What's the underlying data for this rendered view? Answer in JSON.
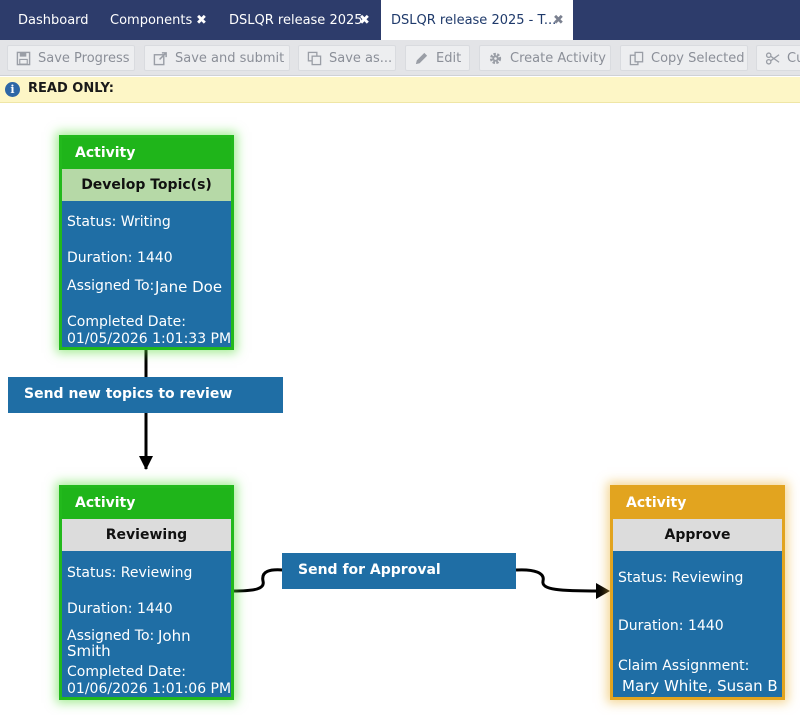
{
  "tabs": [
    {
      "label": "Dashboard",
      "closable": false,
      "active": false
    },
    {
      "label": "Components",
      "closable": true,
      "active": false
    },
    {
      "label": "DSLQR release 2025",
      "closable": true,
      "active": false
    },
    {
      "label": "DSLQR release 2025 - T...",
      "closable": true,
      "active": true
    }
  ],
  "tab_close_glyph": "✖",
  "toolbar": {
    "buttons": [
      {
        "label": "Save Progress",
        "icon": "save-icon"
      },
      {
        "label": "Save and submit",
        "icon": "submit-icon"
      },
      {
        "label": "Save as...",
        "icon": "copy-icon"
      },
      {
        "label": "Edit",
        "icon": "pencil-icon"
      },
      {
        "label": "Create Activity",
        "icon": "gear-icon"
      },
      {
        "label": "Copy Selected",
        "icon": "copy-selected-icon"
      },
      {
        "label": "Cut",
        "icon": "scissors-icon"
      }
    ]
  },
  "notice": {
    "text": "READ ONLY:",
    "icon": "info-icon"
  },
  "workflow": {
    "activities": [
      {
        "header": "Activity",
        "name": "Develop Topic(s)",
        "status": "Status: Writing",
        "duration": "Duration: 1440",
        "assigned_label": "Assigned To:",
        "assigned_value": "Jane Doe",
        "completed_label": "Completed Date:",
        "completed_value": "01/05/2026 1:01:33 PM",
        "state_color": "#22b91c"
      },
      {
        "header": "Activity",
        "name": "Reviewing",
        "status": "Status: Reviewing",
        "duration": "Duration: 1440",
        "assigned_label": "Assigned To:",
        "assigned_value_line1": "John",
        "assigned_value_line2": "Smith",
        "completed_label": "Completed Date:",
        "completed_value": "01/06/2026 1:01:06 PM",
        "state_color": "#22b91c"
      },
      {
        "header": "Activity",
        "name": "Approve",
        "status": "Status: Reviewing",
        "duration": "Duration: 1440",
        "claim_label": "Claim Assignment:",
        "claim_value": "Mary White, Susan B",
        "state_color": "#e2a41f"
      }
    ],
    "transitions": [
      {
        "label": "Send new topics to review"
      },
      {
        "label": "Send for Approval"
      }
    ]
  },
  "colors": {
    "tabbar": "#2d3c6b",
    "node_body": "#1f6ea5",
    "completed": "#22b91c",
    "in_progress": "#e2a41f",
    "notice_bg": "#fdf6c6"
  }
}
